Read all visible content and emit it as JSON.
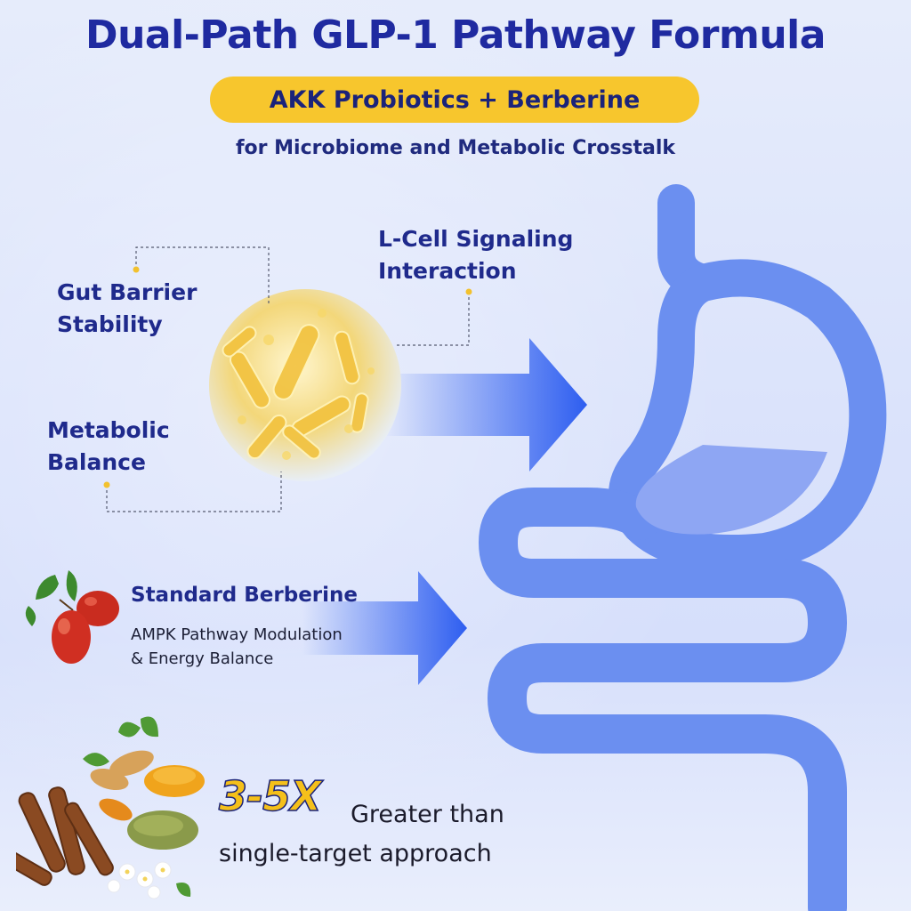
{
  "header": {
    "title": "Dual-Path GLP-1 Pathway Formula",
    "badge": "AKK Probiotics + Berberine",
    "subtitle": "for Microbiome and Metabolic Crosstalk"
  },
  "probiotic_labels": {
    "gut_barrier": "Gut Barrier\nStability",
    "lcell": "L-Cell Signaling\nInteraction",
    "metabolic": "Metabolic\nBalance"
  },
  "berberine": {
    "title": "Standard Berberine",
    "description": "AMPK Pathway Modulation\n&  Energy Balance"
  },
  "claim": {
    "multiplier": "3-5X",
    "line1": "Greater than",
    "line2": "single-target approach"
  },
  "colors": {
    "title_blue": "#1f2aa0",
    "badge_yellow": "#f7c62d",
    "organ_blue": "#6b8ff0",
    "arrow_blue": "#2e5ef0",
    "accent_gold": "#f5c01a"
  }
}
